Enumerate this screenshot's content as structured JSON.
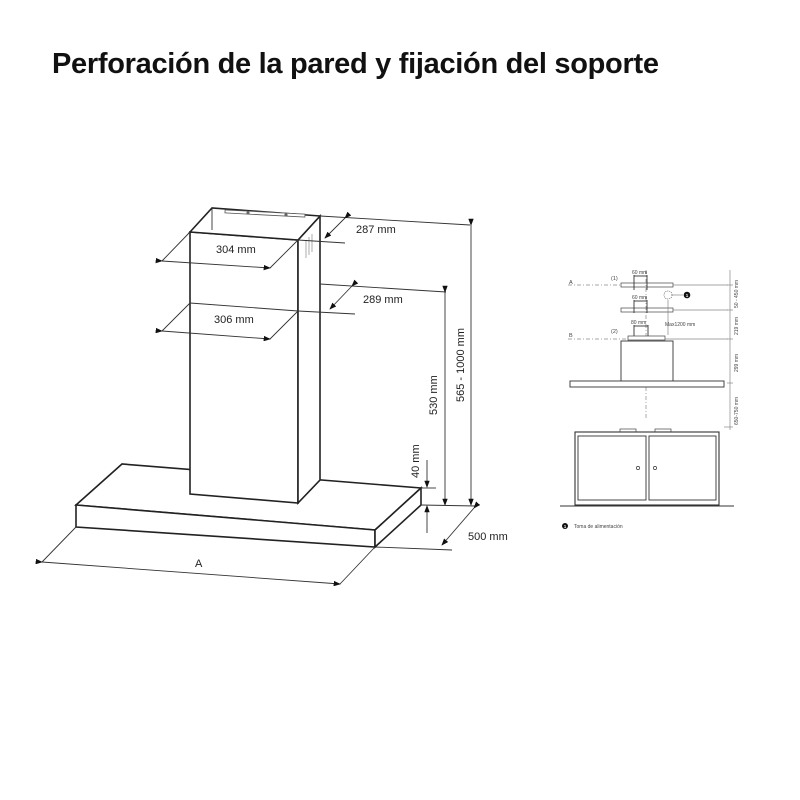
{
  "header": {
    "title": "Perforación de la pared y fijación del soporte"
  },
  "main_drawing": {
    "chimney_top_width": "304 mm",
    "chimney_top_depth": "287 mm",
    "chimney_bottom_width": "306 mm",
    "chimney_bottom_depth": "289 mm",
    "chimney_height": "530 mm",
    "total_height": "565 - 1000 mm",
    "canopy_thickness": "40 mm",
    "canopy_depth": "500 mm",
    "canopy_width": "A"
  },
  "installation_diagram": {
    "level_a": "A",
    "level_b": "B",
    "bracket_1_label": "(1)",
    "bracket_2_label": "(2)",
    "bracket_1_spacing": "60 mm",
    "bracket_1b_spacing": "60 mm",
    "bracket_2_spacing": "80 mm",
    "max_width": "Max1200 mm",
    "dim_a_range": "50 - 450 mm",
    "dim_b": "219 mm",
    "dim_chimney": "299 mm",
    "dim_counter": "650-750 mm",
    "legend_marker": "1",
    "legend_text": "Toma de alimentación"
  },
  "colors": {
    "line": "#222222",
    "background": "#ffffff",
    "title": "#111111"
  }
}
